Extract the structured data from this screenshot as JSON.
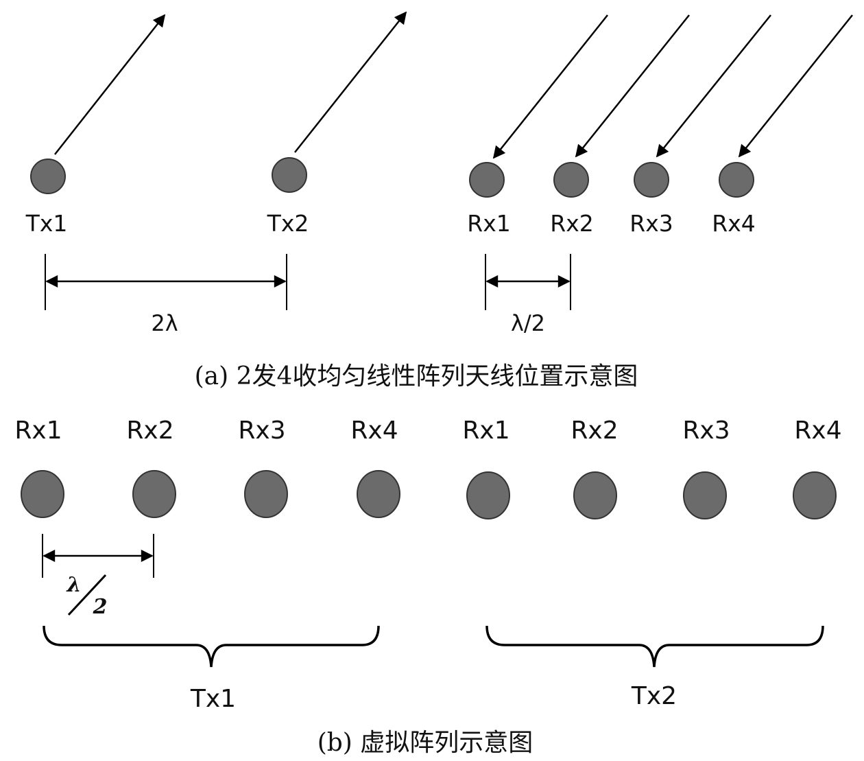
{
  "colors": {
    "element_fill": "#6b6b6b",
    "element_stroke": "#333333",
    "line": "#000000"
  },
  "part_a": {
    "tx_labels": [
      "Tx1",
      "Tx2"
    ],
    "rx_labels": [
      "Rx1",
      "Rx2",
      "Rx3",
      "Rx4"
    ],
    "tx_spacing_label": "2λ",
    "rx_spacing_label": "λ/2",
    "caption": "(a) 2发4收均匀线性阵列天线位置示意图"
  },
  "part_b": {
    "virtual_labels": [
      "Rx1",
      "Rx2",
      "Rx3",
      "Rx4",
      "Rx1",
      "Rx2",
      "Rx3",
      "Rx4"
    ],
    "spacing_numerator": "λ",
    "spacing_denominator": "2",
    "group_labels": [
      "Tx1",
      "Tx2"
    ],
    "caption": "(b) 虚拟阵列示意图"
  }
}
